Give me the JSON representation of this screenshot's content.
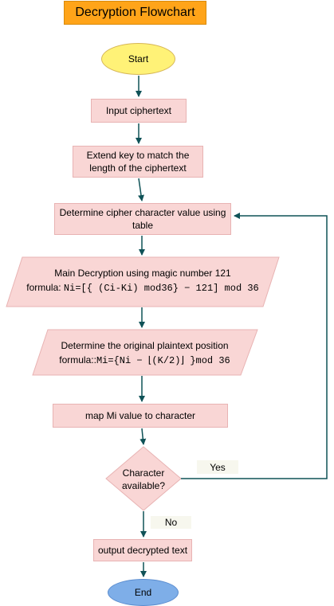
{
  "title": "Decryption Flowchart",
  "nodes": {
    "start": "Start",
    "input": "Input ciphertext",
    "extend_line1": "Extend key to match the",
    "extend_line2": "length of the ciphertext",
    "determine_value_line1": "Determine cipher character value using",
    "determine_value_line2": "table",
    "main_decrypt_line1": "Main Decryption using magic number 121",
    "main_decrypt_prefix": "formula: ",
    "main_decrypt_formula": "Ni=[{ (Ci-Ki) mod36} − 121] mod 36",
    "plaintext_pos_line1": "Determine the original plaintext position",
    "plaintext_pos_prefix": "formula::",
    "plaintext_pos_formula": "Mi={Ni − ⌊(K/2)⌋ }mod 36",
    "map": "map Mi value to character",
    "decision_line1": "Character",
    "decision_line2": "available?",
    "output": "output decrypted text",
    "end": "End"
  },
  "edges": {
    "yes_label": "Yes",
    "no_label": "No"
  },
  "colors": {
    "title_fill": "#ffa419",
    "start_fill": "#fff277",
    "end_fill": "#7eaee8",
    "process_fill": "#f9d6d5",
    "arrow": "#0f5257"
  }
}
